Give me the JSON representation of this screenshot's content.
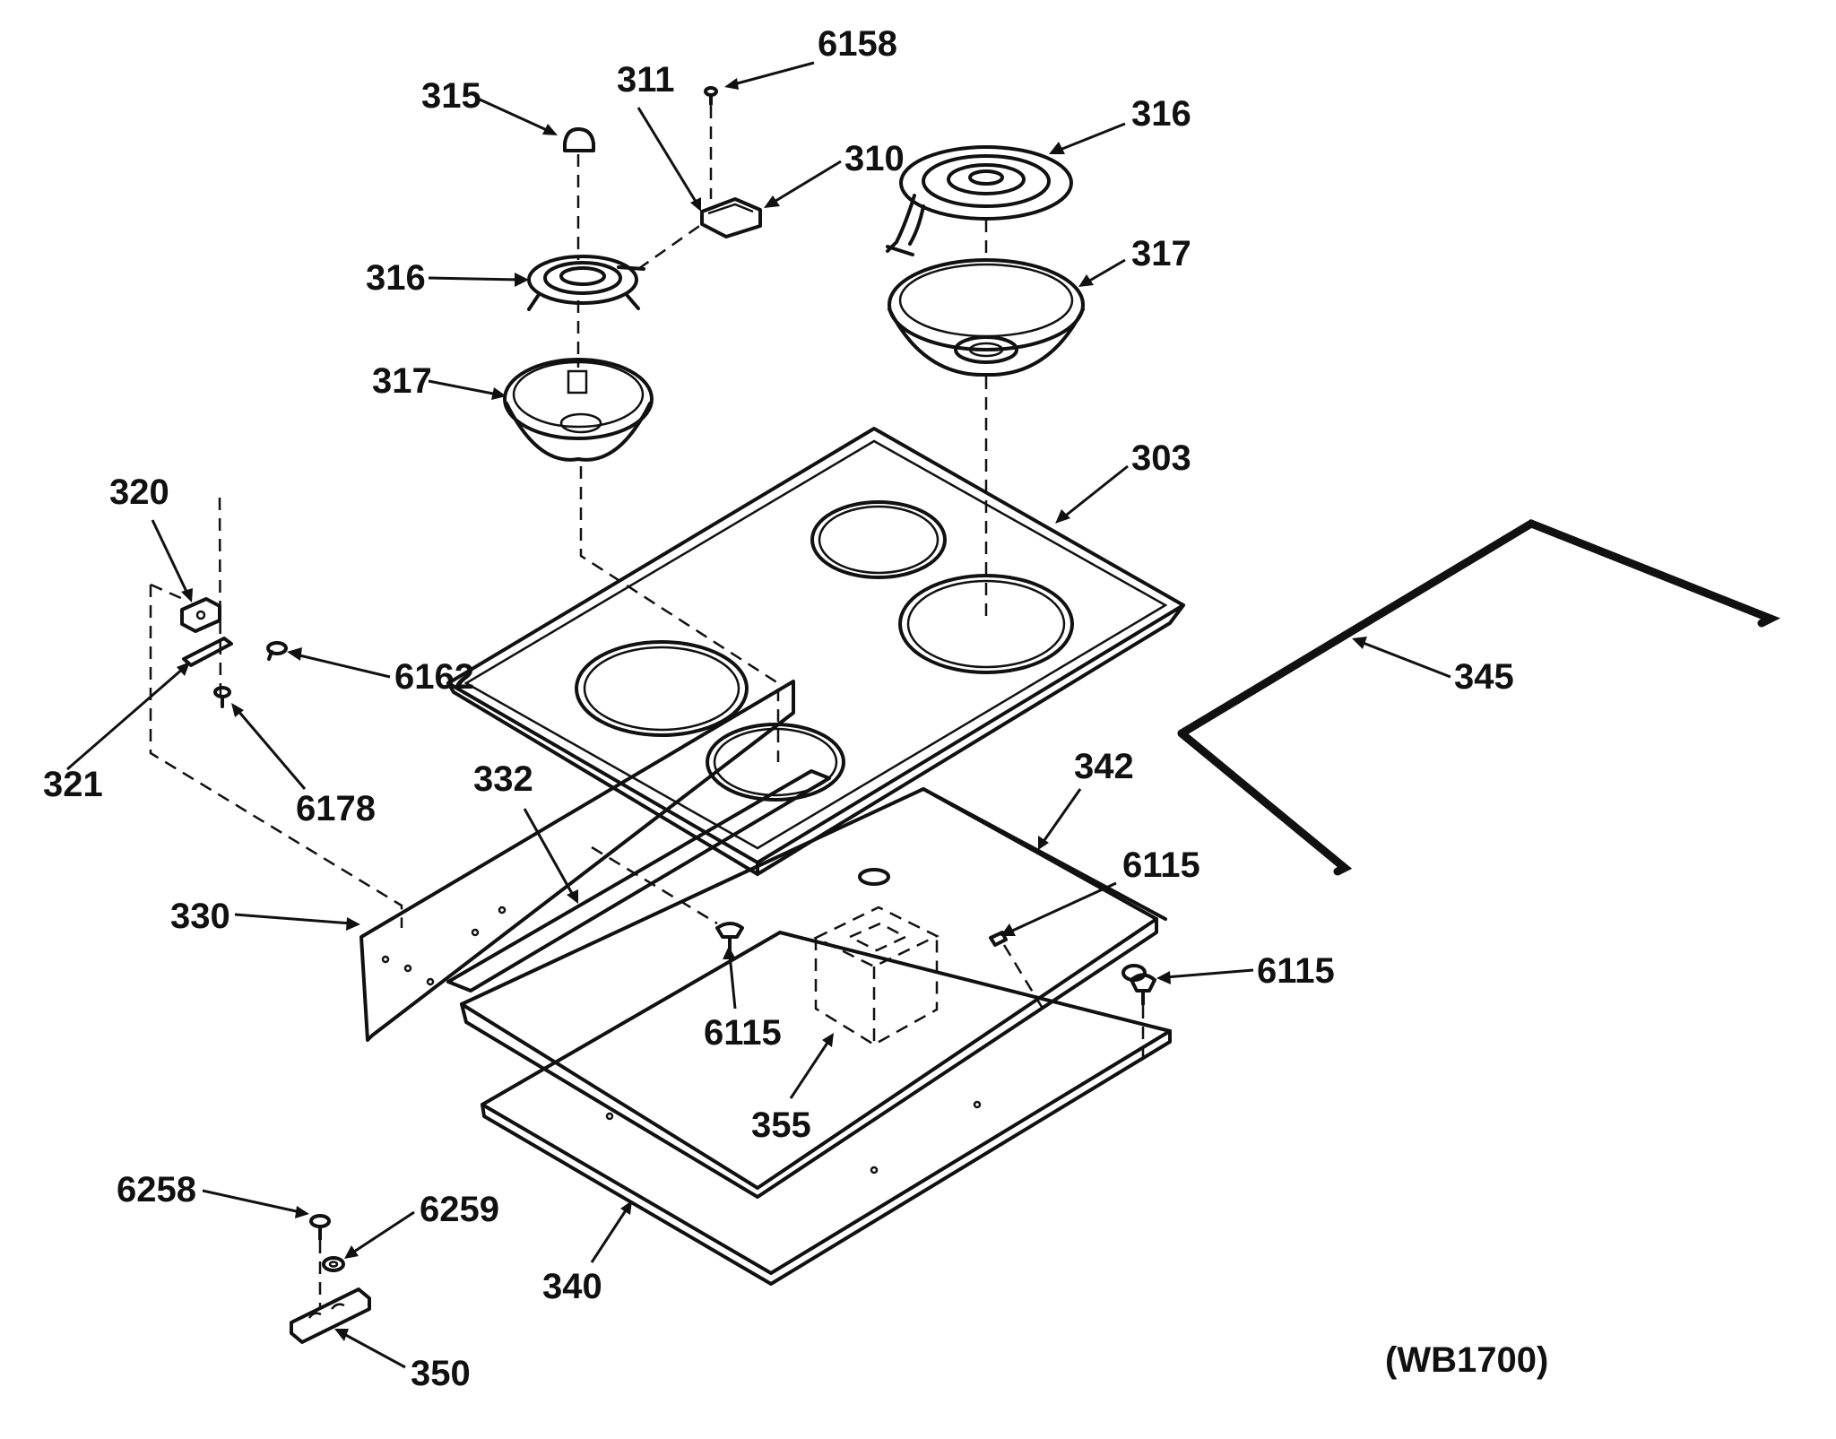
{
  "diagram": {
    "labels": {
      "p6158": "6158",
      "p311": "311",
      "p315": "315",
      "p310": "310",
      "p316_left": "316",
      "p316_right": "316",
      "p317_left": "317",
      "p317_right": "317",
      "p303": "303",
      "p320": "320",
      "p6162": "6162",
      "p321": "321",
      "p6178": "6178",
      "p332": "332",
      "p342": "342",
      "p345": "345",
      "p6115_top": "6115",
      "p330": "330",
      "p6115_right": "6115",
      "p6115_center": "6115",
      "p355": "355",
      "p6258": "6258",
      "p6259": "6259",
      "p340": "340",
      "p350": "350"
    },
    "drawing_code": "(WB1700)",
    "colors": {
      "ink": "#111111",
      "paper": "#ffffff"
    }
  }
}
